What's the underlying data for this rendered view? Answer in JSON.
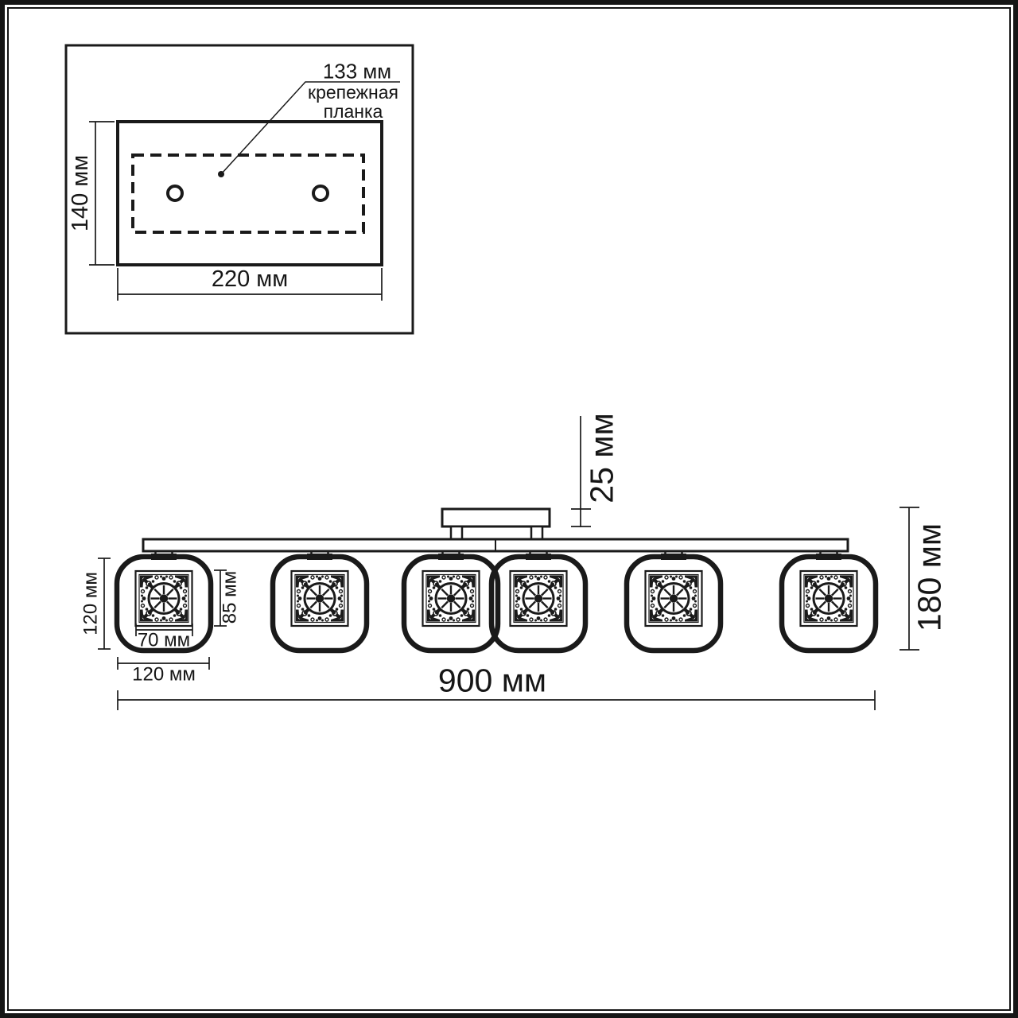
{
  "colors": {
    "line": "#1a1a1a",
    "paper": "#ffffff"
  },
  "inset": {
    "bracket_length_label": "133 мм",
    "caption": [
      "крепежная",
      "планка"
    ],
    "plate_height_label": "140 мм",
    "plate_width_label": "220 мм"
  },
  "fixture": {
    "lamp_count": 6,
    "canopy_height_label": "25 мм",
    "overall_height_label": "180 мм",
    "overall_length_label": "900 мм",
    "shade_height_label": "120 мм",
    "shade_width_label": "120 мм",
    "insert_width_label": "70 мм",
    "insert_height_label": "85 мм"
  }
}
